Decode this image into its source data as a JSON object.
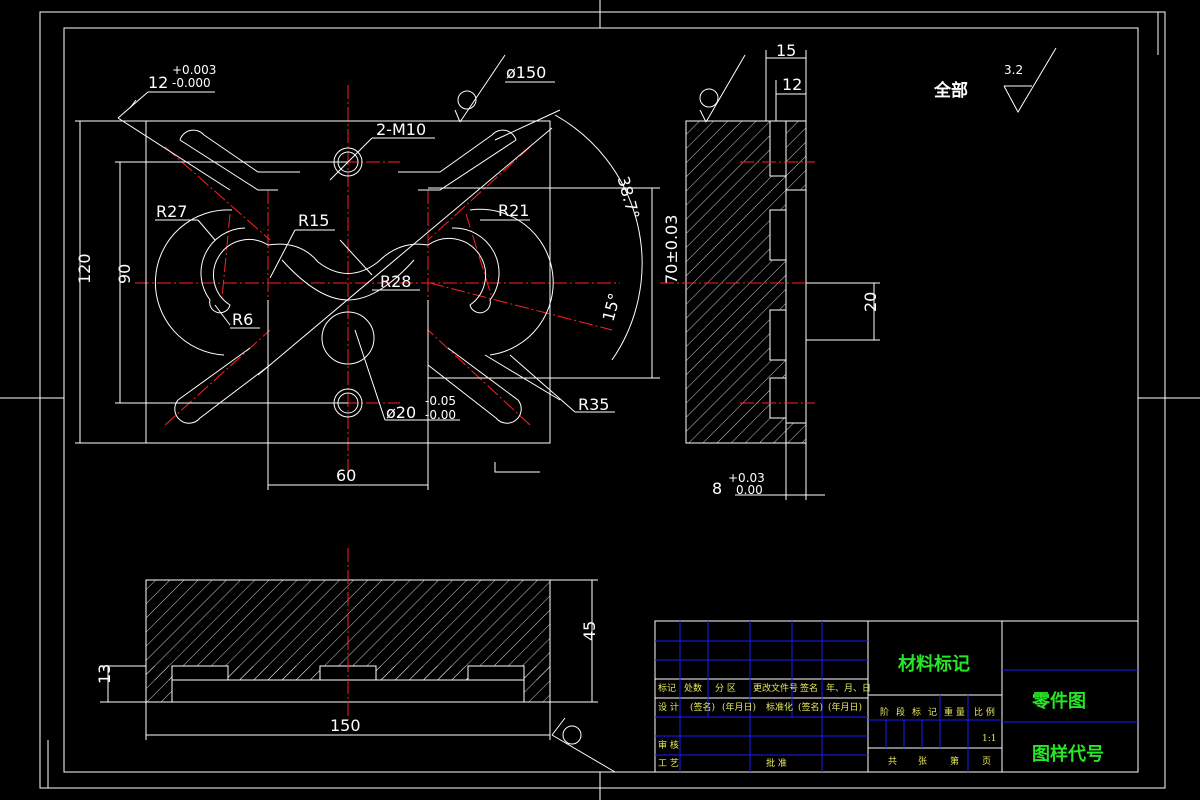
{
  "dims": {
    "slot_width": "12",
    "slot_upper": "+0.003",
    "slot_lower": "-0.000",
    "diameter": "ø150",
    "thread": "2-M10",
    "angle": "38.7°",
    "r27": "R27",
    "r21": "R21",
    "r15": "R15",
    "r28": "R28",
    "r6": "R6",
    "r35": "R35",
    "angle15": "15°",
    "height120": "120",
    "height90": "90",
    "height70": "70±0.03",
    "hole20": "ø20",
    "hole_upper": "-0.05",
    "hole_lower": "-0.00",
    "width60": "60",
    "side15": "15",
    "side12": "12",
    "side20": "20",
    "depth8": "8",
    "depth_upper": "+0.03",
    "depth_lower": "0.00",
    "height45": "45",
    "height13": "13",
    "width150": "150"
  },
  "roughness": {
    "label": "全部",
    "value": "3.2"
  },
  "title_block": {
    "material": "材料标记",
    "part_drawing": "零件图",
    "drawing_code": "图样代号",
    "scale": "1:1",
    "row_marks": [
      "标记",
      "处数",
      "分 区",
      "更改文件号",
      "签名",
      "年、月、日"
    ],
    "row_design": [
      "设 计",
      "(签名)",
      "(年月日)",
      "标准化",
      "(签名)",
      "(年月日)"
    ],
    "row_review": "审 核",
    "row_process": "工 艺",
    "row_approve": "批 准",
    "stage": [
      "阶",
      "段",
      "标",
      "记"
    ],
    "weight": "重 量",
    "ratio": "比 例",
    "sheets": [
      "共",
      "张",
      "第",
      "页"
    ]
  }
}
